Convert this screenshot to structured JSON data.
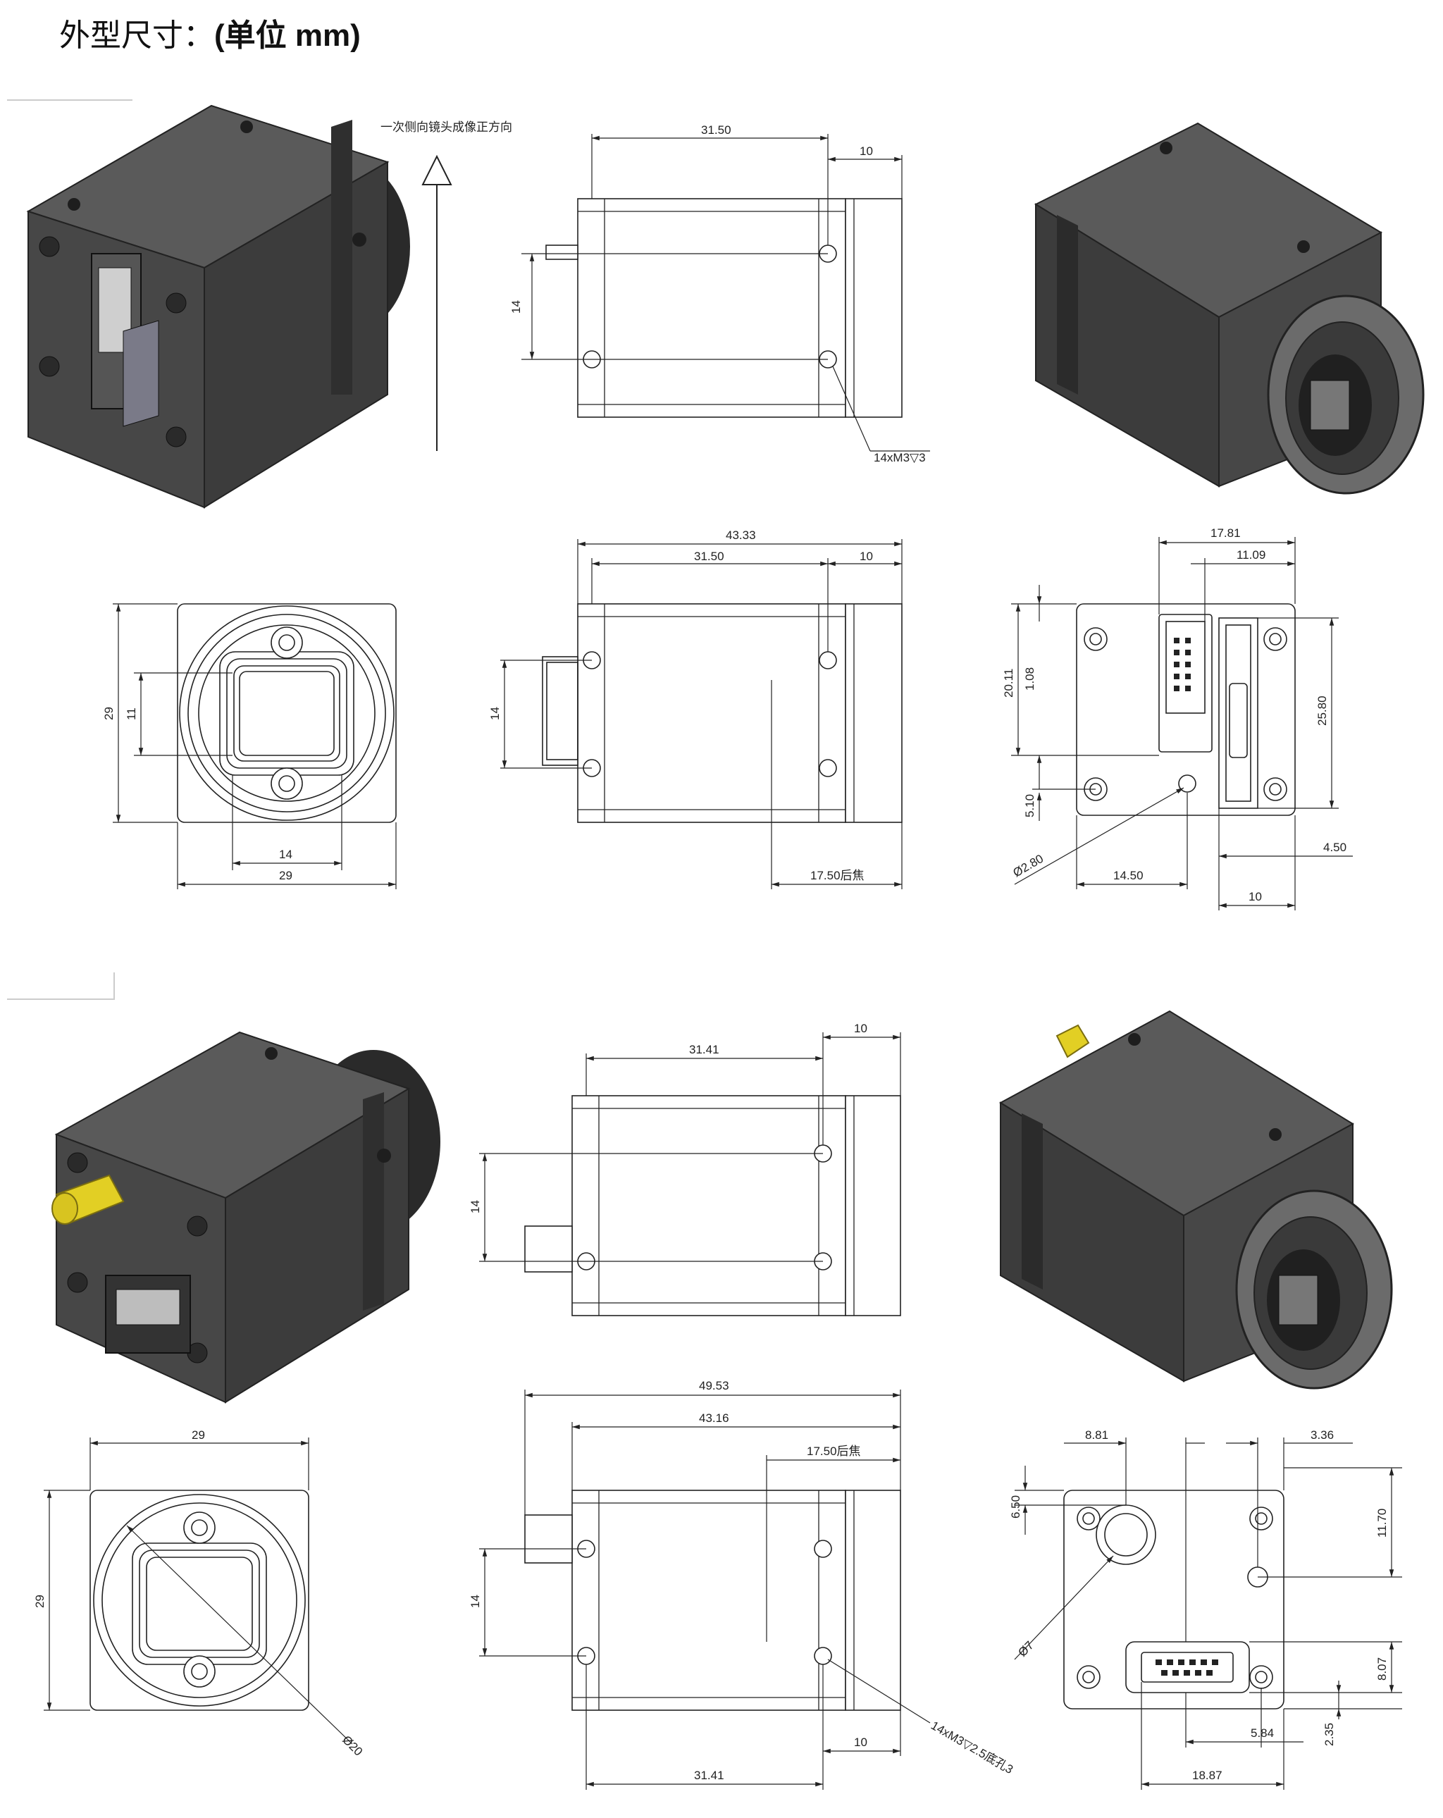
{
  "page": {
    "title_prefix": "外型尺寸：",
    "title_unit": "(单位 mm)"
  },
  "annotations": {
    "orientation_note": "一次侧向镜头成像正方向",
    "back_focus_1": "17.50后焦",
    "back_focus_2": "17.50后焦",
    "mount_holes_1": "14xM3▽3",
    "mount_holes_2": "14xM3▽2.5底孔3"
  },
  "dimensions": {
    "upper": {
      "side_top_length": "31.50",
      "side_top_front": "10",
      "side_top_hole_pitch": "14",
      "front_height": "29",
      "front_inner": "11",
      "front_bottom_inner": "14",
      "front_width": "29",
      "side2_total": "43.33",
      "side2_length": "31.50",
      "side2_front": "10",
      "side2_pitch": "14",
      "rear_w1": "17.81",
      "rear_w2": "11.09",
      "rear_h1": "20.11",
      "rear_h2": "1.08",
      "rear_h3": "25.80",
      "rear_h4": "5.10",
      "rear_hole": "Ø2.80",
      "rear_x1": "14.50",
      "rear_x2": "4.50",
      "rear_x3": "10"
    },
    "lower": {
      "side_front": "10",
      "side_length": "31.41",
      "side_pitch": "14",
      "front_width": "29",
      "front_height": "29",
      "front_dia": "Ø20",
      "side2_total": "49.53",
      "side2_mid": "43.16",
      "side2_pitch": "14",
      "side2_length": "31.41",
      "side2_front": "10",
      "rear_w1": "8.81",
      "rear_w2": "3.36",
      "rear_h1": "6.50",
      "rear_h2": "11.70",
      "rear_dia": "Ø7",
      "rear_h3": "8.07",
      "rear_h4": "2.35",
      "rear_x1": "5.84",
      "rear_x2": "18.87"
    }
  },
  "colors": {
    "body_dark": "#3a3a3a",
    "body_mid": "#505050",
    "connector_yellow": "#e2cf24",
    "line": "#222222"
  }
}
